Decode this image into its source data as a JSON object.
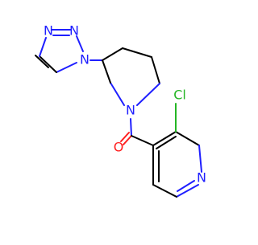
{
  "molecule": {
    "atoms": {
      "triazole_n1": "N",
      "triazole_n2": "N",
      "triazole_n3": "N",
      "piperidine_n": "N",
      "oxygen": "O",
      "chlorine": "Cl",
      "pyridine_n": "N"
    },
    "colors": {
      "carbon_bond": "#000000",
      "nitrogen": "#1f1fff",
      "oxygen": "#ff1f1f",
      "chlorine": "#25b625"
    }
  }
}
